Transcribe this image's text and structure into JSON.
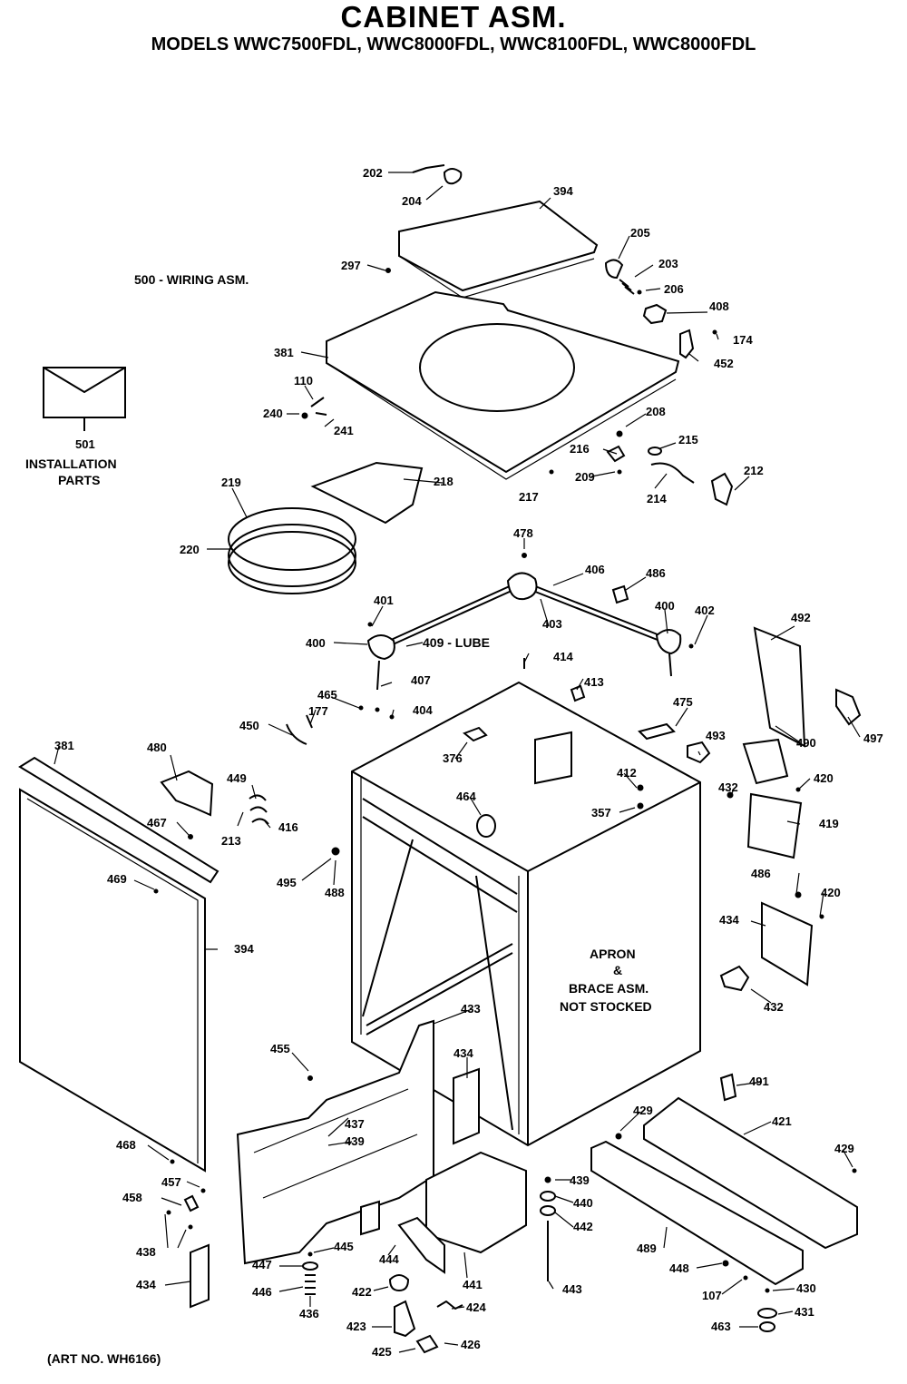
{
  "header": {
    "title": "CABINET ASM.",
    "models": "MODELS WWC7500FDL, WWC8000FDL, WWC8100FDL, WWC8000FDL"
  },
  "notes": {
    "wiring": "500 - WIRING ASM.",
    "install_num": "501",
    "install_line1": "INSTALLATION",
    "install_line2": "PARTS",
    "apron_line1": "APRON",
    "apron_line2": "&",
    "apron_line3": "BRACE ASM.",
    "apron_line4": "NOT STOCKED",
    "lube": "409 - LUBE",
    "art_no": "(ART NO. WH6166)"
  },
  "labels": {
    "l202": "202",
    "l204": "204",
    "l394a": "394",
    "l205": "205",
    "l203": "203",
    "l206": "206",
    "l297": "297",
    "l408": "408",
    "l174": "174",
    "l452": "452",
    "l381a": "381",
    "l110": "110",
    "l240": "240",
    "l241": "241",
    "l208": "208",
    "l215": "215",
    "l216": "216",
    "l209": "209",
    "l217": "217",
    "l214": "214",
    "l212": "212",
    "l219": "219",
    "l218": "218",
    "l220": "220",
    "l478": "478",
    "l406": "406",
    "l486": "486",
    "l401": "401",
    "l403": "403",
    "l400a": "400",
    "l400b": "400",
    "l402": "402",
    "l492": "492",
    "l407": "407",
    "l414": "414",
    "l413": "413",
    "l465": "465",
    "l404": "404",
    "l177": "177",
    "l450": "450",
    "l475": "475",
    "l490": "490",
    "l497": "497",
    "l381b": "381",
    "l480": "480",
    "l376": "376",
    "l493": "493",
    "l449": "449",
    "l412": "412",
    "l432a": "432",
    "l420a": "420",
    "l467": "467",
    "l213": "213",
    "l416": "416",
    "l357": "357",
    "l464": "464",
    "l419": "419",
    "l469": "469",
    "l495": "495",
    "l488": "488",
    "l486b": "486",
    "l420b": "420",
    "l394b": "394",
    "l434a": "434",
    "l432b": "432",
    "l433": "433",
    "l455": "455",
    "l434b": "434",
    "l491": "491",
    "l437a": "437",
    "l439a": "439",
    "l429a": "429",
    "l421": "421",
    "l468": "468",
    "l429b": "429",
    "l457": "457",
    "l458": "458",
    "l439b": "439",
    "l440": "440",
    "l442": "442",
    "l438": "438",
    "l434c": "434",
    "l445": "445",
    "l444": "444",
    "l447": "447",
    "l446": "446",
    "l441": "441",
    "l443": "443",
    "l489": "489",
    "l448": "448",
    "l436": "436",
    "l422": "422",
    "l424": "424",
    "l423": "423",
    "l425": "425",
    "l426": "426",
    "l107": "107",
    "l430": "430",
    "l431": "431",
    "l463": "463"
  }
}
